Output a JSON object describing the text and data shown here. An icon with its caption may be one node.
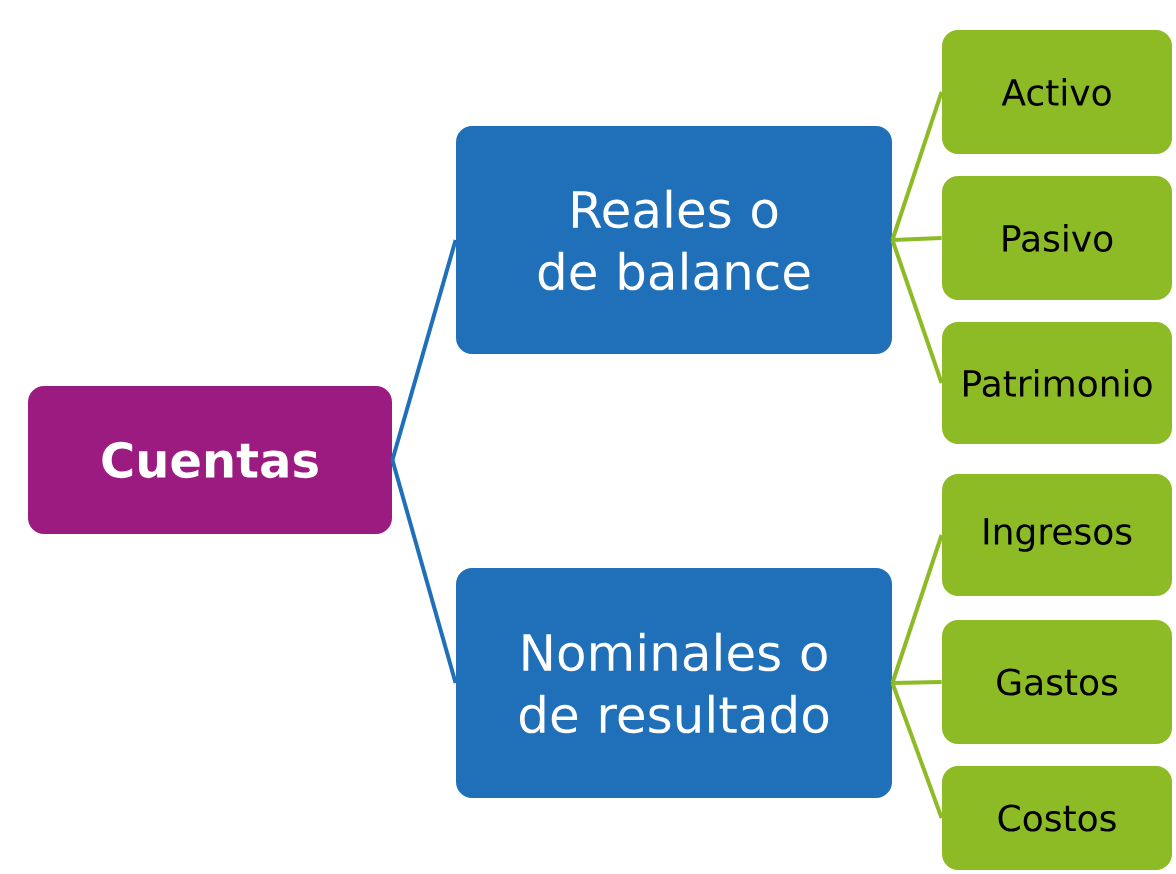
{
  "diagram": {
    "nodes": [
      {
        "text": [
          "Cuentas"
        ]
      },
      {
        "text": [
          "Reales o de balance"
        ]
      },
      {
        "text": [
          "Nominales o de resultado"
        ]
      },
      {
        "text": [
          "Activo"
        ]
      },
      {
        "text": [
          "Pasivo"
        ]
      },
      {
        "text": [
          "Patrimonio"
        ]
      },
      {
        "text": [
          "Ingresos"
        ]
      },
      {
        "text": [
          "Gastos"
        ]
      },
      {
        "text": [
          "Costos"
        ]
      }
    ],
    "edges": [
      {
        "from": 0,
        "to": 1,
        "arrow": "none",
        "color": "#1f70b8"
      },
      {
        "from": 0,
        "to": 2,
        "arrow": "none",
        "color": "#1f70b8"
      },
      {
        "from": 1,
        "to": 3,
        "arrow": "none"
      },
      {
        "from": 1,
        "to": 4,
        "arrow": "none"
      },
      {
        "from": 1,
        "to": 5,
        "arrow": "none"
      },
      {
        "from": 2,
        "to": 6,
        "arrow": "none"
      },
      {
        "from": 2,
        "to": 7,
        "arrow": "none"
      },
      {
        "from": 2,
        "to": 8,
        "arrow": "none"
      }
    ]
  }
}
